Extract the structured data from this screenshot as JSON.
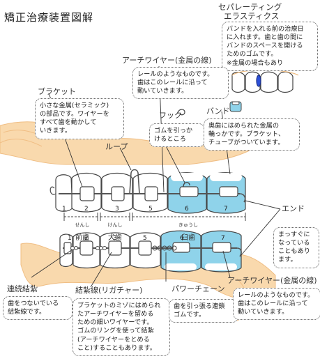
{
  "title": "矯正治療装置図解",
  "separator": {
    "label_line1": "セパレーティング",
    "label_line2": "エラスティクス",
    "note": "バンドを入れる前の治療日\nに入れます。歯と歯の間に\nバンドのスペースを開ける\nためのゴムです。\n※金属の場合もあり"
  },
  "bracket": {
    "label": "ブラケット",
    "note": "小さな金属(セラミック)\nの部品です。ワイヤーを\nすべて歯を動かして\nいきます。"
  },
  "archwire_top": {
    "label": "アーチワイヤー(金属の線)",
    "note": "レールのようなものです。\n歯はこのレールに沿って\n動いていきます。"
  },
  "hook": {
    "label": "フック",
    "note": "ゴムを引っか\nけるところ"
  },
  "band": {
    "label": "バンド",
    "note": "奥歯にはめられた金属の\n輪っかです。ブラケット、\nチューブがついています。"
  },
  "loop": {
    "label": "ループ"
  },
  "end": {
    "label": "エンド",
    "note": "まっすぐに\nなっている\nこともあり\nます。"
  },
  "tooth_numbers": [
    "1",
    "2",
    "3",
    "5",
    "6",
    "7"
  ],
  "tooth_numbers_lower": [
    "1",
    "2",
    "3",
    "5",
    "6",
    "7"
  ],
  "regions": {
    "incisor": {
      "ruby": "せんし",
      "label": "前歯"
    },
    "canine": {
      "ruby": "けんし",
      "label": "犬歯"
    },
    "molar": {
      "ruby": "きゅうし",
      "label": "臼歯"
    }
  },
  "continuous_ligature": {
    "label": "連続結紮",
    "note": "歯をつないでいる\n結紮線です。"
  },
  "ligature": {
    "label": "結紮線(リガチャー)",
    "note": "ブラケットのミゾにはめられ\nたアーチワイヤーを留める\nための細いワイヤーです。\nゴムのリングを使って結紮\n(アーチワイヤーをとめる\nこと)することもあります。"
  },
  "power_chain": {
    "label": "パワーチェーン",
    "note": "歯を引っ張る連鎖\nゴムです。"
  },
  "archwire_bottom": {
    "label": "アーチワイヤー(金属の線)",
    "note": "レールのようなものです。\n歯はこのレールに沿って\n動いていきます。"
  },
  "colors": {
    "gum": "#f9d9ad",
    "gum_edge": "#f0be84",
    "band": "#8fd3ea",
    "text": "#222222"
  }
}
